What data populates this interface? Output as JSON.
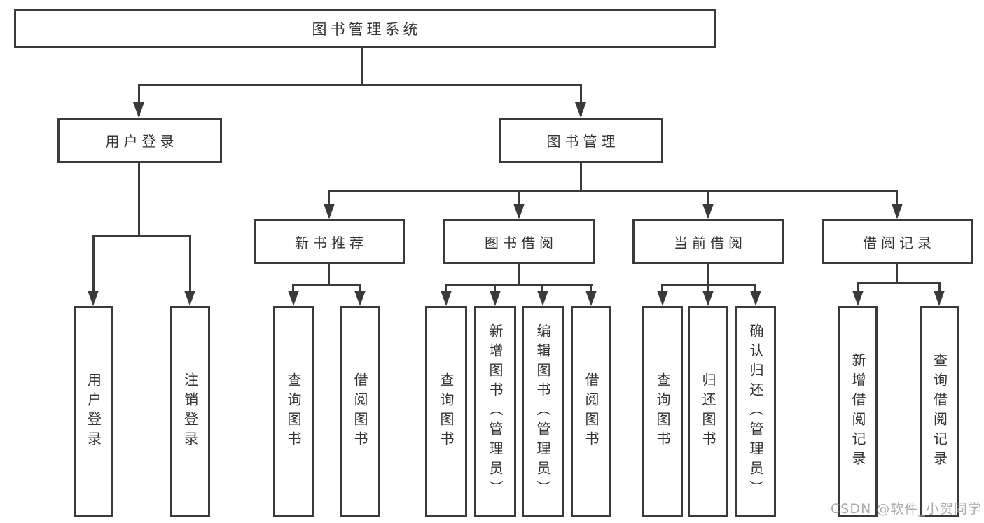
{
  "root": {
    "label": "图书管理系统"
  },
  "user_branch": {
    "label": "用户登录",
    "leaves": [
      "用户登录",
      "注销登录"
    ]
  },
  "book_branch": {
    "label": "图书管理",
    "modules": [
      {
        "label": "新书推荐",
        "leaves": [
          "查询图书",
          "借阅图书"
        ]
      },
      {
        "label": "图书借阅",
        "leaves": [
          "查询图书",
          "新增图书（管理员）",
          "编辑图书（管理员）",
          "借阅图书"
        ]
      },
      {
        "label": "当前借阅",
        "leaves": [
          "查询图书",
          "归还图书",
          "确认归还（管理员）"
        ]
      },
      {
        "label": "借阅记录",
        "leaves": [
          "新增借阅记录",
          "查询借阅记录"
        ]
      }
    ]
  },
  "watermark": {
    "text": "CSDN @软件_小贺同学"
  },
  "colors": {
    "line": "#3a3a3a",
    "text": "#333333",
    "watermark": "#9e9e9e"
  }
}
